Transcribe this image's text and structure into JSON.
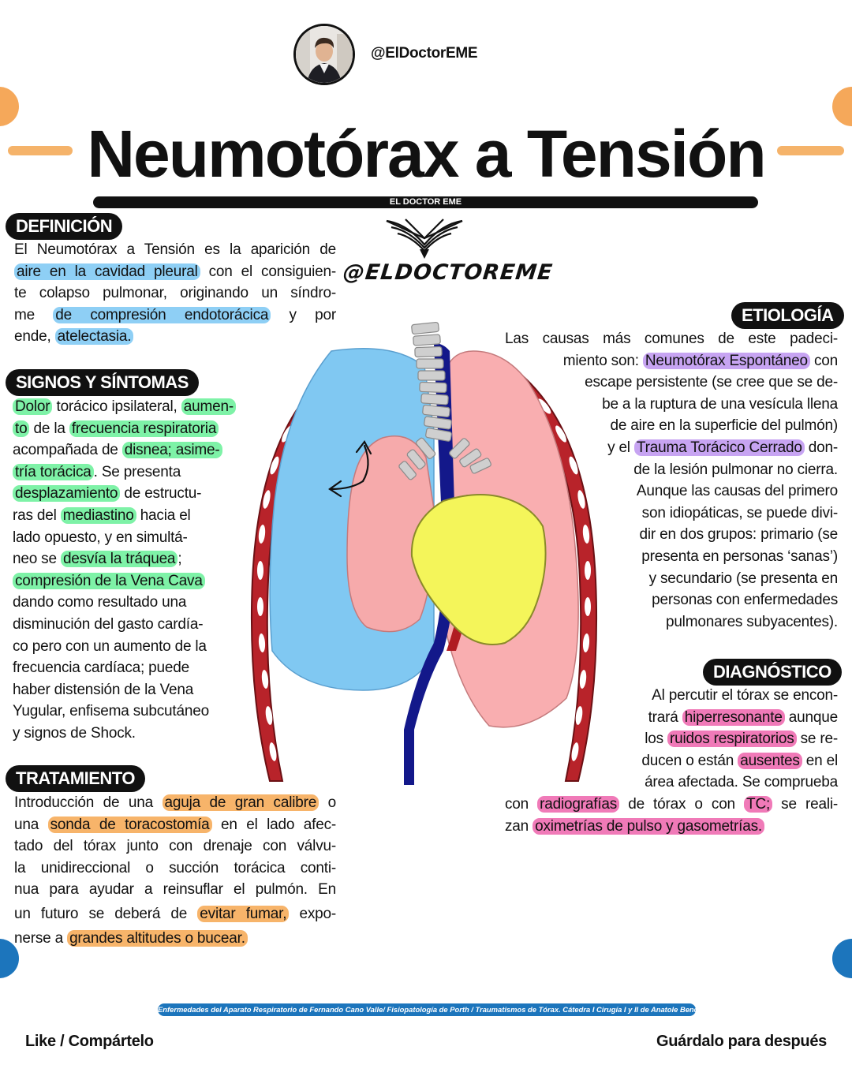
{
  "header": {
    "handle": "@ElDoctorEME",
    "title": "Neumotórax a Tensión",
    "bar_label": "EL DOCTOR EME",
    "brand": "@ELDOCTOREME"
  },
  "definicion": {
    "label": "DEFINICIÓN",
    "l1": "El Neumotórax a Tensión es la aparición de",
    "l2_hl": "aire en la cavidad pleural",
    "l2_b": " con el consiguien-",
    "l3": "te colapso pulmonar, originando un síndro-",
    "l4_a": "me ",
    "l4_hl": "de compresión endotorácica",
    "l4_b": " y por",
    "l5_a": "ende, ",
    "l5_hl": "atelectasia."
  },
  "signos": {
    "label": "SIGNOS Y SÍNTOMAS",
    "l1_hl1": "Dolor",
    "l1_b": " torácico ipsilateral, ",
    "l1_hl2": "aumen-",
    "l2_hl1": "to",
    "l2_b": " de la ",
    "l2_hl2": "frecuencia respiratoria",
    "l3_a": "acompañada de ",
    "l3_hl": "disnea; asime-",
    "l4_hl": "tría torácica",
    "l4_b": ". Se presenta",
    "l5_hl": "desplazamiento",
    "l5_b": " de estructu-",
    "l6_a": "ras del ",
    "l6_hl": "mediastino",
    "l6_b": " hacia el",
    "l7": "lado opuesto, y en simultá-",
    "l8_a": "neo se ",
    "l8_hl": "desvía la tráquea",
    "l8_b": ";",
    "l9_hl": "compresión de la Vena Cava",
    "l10": "dando como resultado una",
    "l11": "disminución del gasto cardía-",
    "l12": "co pero con un aumento de la",
    "l13": "frecuencia cardíaca; puede",
    "l14": "haber distensión de la Vena",
    "l15": "Yugular, enfisema subcutáneo",
    "l16": "y signos de Shock."
  },
  "tratamiento": {
    "label": "TRATAMIENTO",
    "l1_a": "Introducción de una ",
    "l1_hl": "aguja de gran calibre",
    "l1_b": " o",
    "l2_a": "una ",
    "l2_hl": "sonda de toracostomía",
    "l2_b": " en el lado afec-",
    "l3": "tado del tórax junto con drenaje con válvu-",
    "l4": "la unidireccional o succión torácica conti-",
    "l5": "nua para ayudar a reinsuflar el pulmón. En",
    "l6_a": "un futuro se deberá de ",
    "l6_hl": "evitar fumar,",
    "l6_b": " expo-",
    "l7_a": "nerse a ",
    "l7_hl": "grandes altitudes o bucear."
  },
  "etiologia": {
    "label": "ETIOLOGÍA",
    "l1": "Las causas más comunes de este padeci-",
    "l2_a": "miento son: ",
    "l2_hl": "Neumotórax Espontáneo",
    "l2_b": " con",
    "l3": "escape persistente (se cree que se de-",
    "l4": "be a la ruptura de una vesícula llena",
    "l5": "de aire en la superficie del pulmón)",
    "l6_a": "y el ",
    "l6_hl": "Trauma Torácico Cerrado",
    "l6_b": " don-",
    "l7": "de la lesión pulmonar no cierra.",
    "l8": "Aunque las causas del primero",
    "l9": "son idiopáticas, se puede divi-",
    "l10": "dir en dos grupos: primario (se",
    "l11": "presenta en personas ‘sanas’)",
    "l12": "y secundario (se presenta en",
    "l13": "personas con enfermedades",
    "l14": "pulmonares subyacentes)."
  },
  "diagnostico": {
    "label": "DIAGNÓSTICO",
    "l1": "Al percutir el tórax se encon-",
    "l2_a": "trará ",
    "l2_hl": "hiperresonante",
    "l2_b": " aunque",
    "l3_a": "los ",
    "l3_hl": "ruidos respiratorios",
    "l3_b": " se re-",
    "l4_a": "ducen o están ",
    "l4_hl": "ausentes",
    "l4_b": " en el",
    "l5": "área afectada. Se comprueba",
    "l6_a": "con ",
    "l6_hl1": "radiografías",
    "l6_b": " de tórax o con ",
    "l6_hl2": "TC;",
    "l6_c": " se reali-",
    "l7_a": "zan ",
    "l7_hl": "oximetrías de pulso y gasometrías."
  },
  "footer": {
    "references": "Enfermedades del Aparato Respiratorio de Fernando Cano Valle/ Fisiopatología de Porth / Traumatismos de Tórax. Cátedra I Cirugía I y II de Anatole Bender.",
    "left": "Like / Compártelo",
    "right": "Guárdalo para después"
  },
  "colors": {
    "accent_orange": "#f5b36a",
    "accent_blue": "#1c75bc",
    "hl_blue": "#8ecff5",
    "hl_green": "#7ef2a7",
    "hl_purple": "#c7a4f2",
    "hl_pink": "#f07ab8",
    "hl_orange": "#f7b46a"
  }
}
